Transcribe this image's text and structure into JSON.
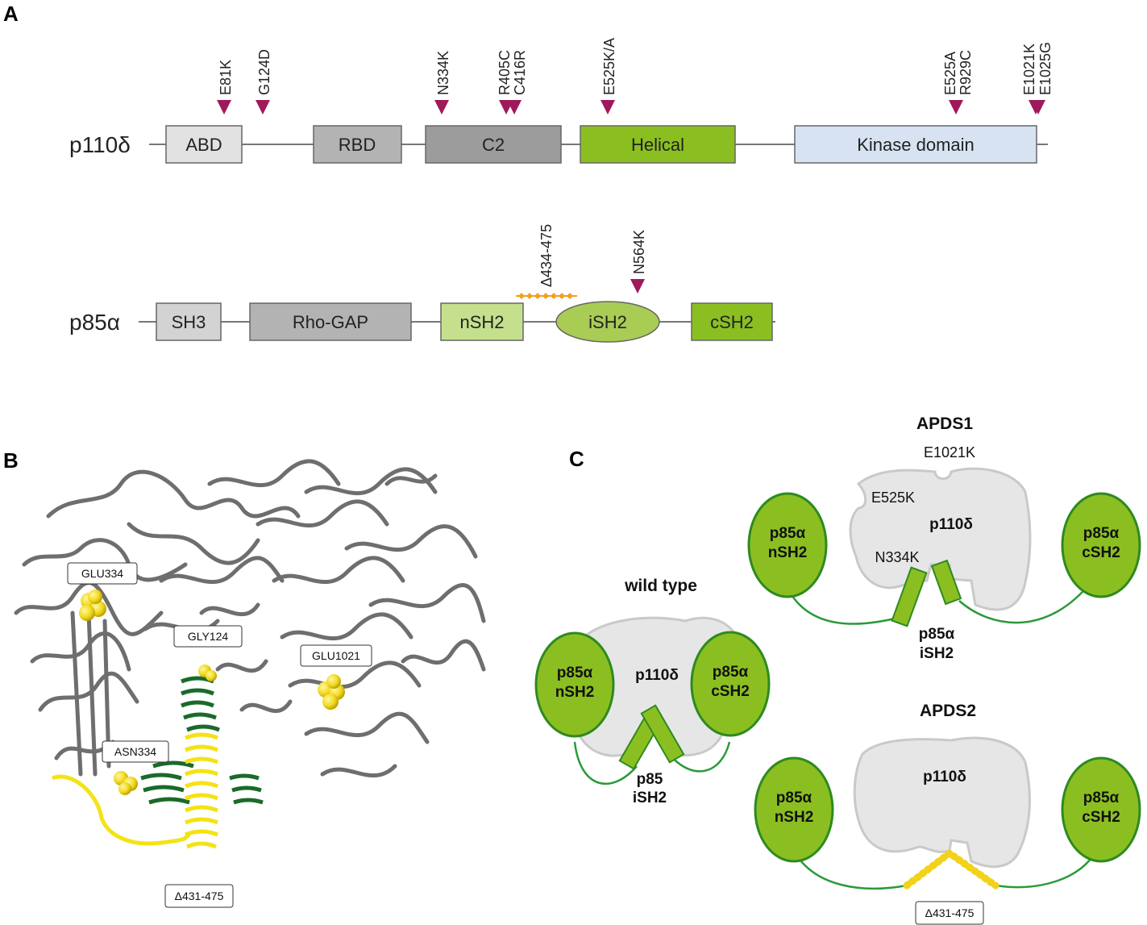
{
  "panels": {
    "a": "A",
    "b": "B",
    "c": "C"
  },
  "p110": {
    "name": "p110δ",
    "domains": [
      {
        "label": "ABD",
        "color": "#e2e2e2"
      },
      {
        "label": "RBD",
        "color": "#b3b3b3"
      },
      {
        "label": "C2",
        "color": "#9c9c9c"
      },
      {
        "label": "Helical",
        "color": "#8bbf21"
      },
      {
        "label": "Kinase domain",
        "color": "#d7e3f3"
      }
    ],
    "mutations": [
      "E81K",
      "G124D",
      "N334K",
      "R405C",
      "C416R",
      "E525K/A",
      "E525A",
      "R929C",
      "E1021K",
      "E1025G"
    ]
  },
  "p85": {
    "name": "p85α",
    "domains": [
      {
        "label": "SH3",
        "color": "#d3d3d3"
      },
      {
        "label": "Rho-GAP",
        "color": "#b3b3b3"
      },
      {
        "label": "nSH2",
        "color": "#c5e08c"
      },
      {
        "label": "iSH2",
        "color": "#a9cc54"
      },
      {
        "label": "cSH2",
        "color": "#8bbf21"
      }
    ],
    "deletion": "Δ434-475",
    "mutation": "N564K"
  },
  "structure": {
    "labels": [
      "GLU334",
      "GLY124",
      "GLU1021",
      "ASN334",
      "Δ431-475"
    ]
  },
  "schemes": {
    "wild_type": {
      "title": "wild type",
      "core": "p110δ",
      "left_a": "p85α",
      "left_b": "nSH2",
      "right_a": "p85α",
      "right_b": "cSH2",
      "bottom_a": "p85",
      "bottom_b": "iSH2"
    },
    "apds1": {
      "title": "APDS1",
      "mutations": [
        "E1021K",
        "E525K",
        "N334K"
      ],
      "core": "p110δ",
      "left_a": "p85α",
      "left_b": "nSH2",
      "right_a": "p85α",
      "right_b": "cSH2",
      "bottom_a": "p85α",
      "bottom_b": "iSH2"
    },
    "apds2": {
      "title": "APDS2",
      "core": "p110δ",
      "left_a": "p85α",
      "left_b": "nSH2",
      "right_a": "p85α",
      "right_b": "cSH2",
      "deletion": "Δ431-475"
    }
  },
  "colors": {
    "marker": "#a0195a",
    "green_fill": "#8bbf21",
    "green_stroke": "#2e8a20",
    "linker": "#2a9a3a",
    "core_fill": "#e6e6e6",
    "deletion": "#f0a020",
    "deletion_bead": "#f2d21a",
    "ribbon_gray": "#6e6e6e",
    "ribbon_green": "#1a6a2a",
    "ribbon_yellow": "#f3e316",
    "atom_yellow": "#f1d81c"
  }
}
